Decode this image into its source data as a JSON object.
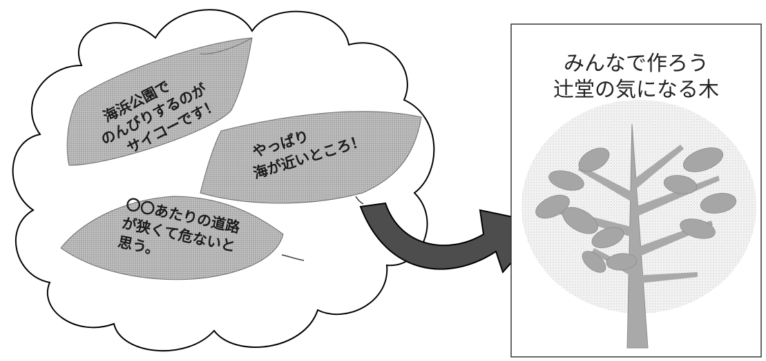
{
  "leaves": [
    {
      "lines": [
        "海浜公園で",
        "のんびりするのが",
        "サイコーです！"
      ]
    },
    {
      "lines": [
        "やっぱり",
        "海が近いところ！"
      ]
    },
    {
      "lines": [
        "〇〇あたりの道路",
        "が狭くて危ないと",
        "思う。"
      ]
    }
  ],
  "tree_panel": {
    "title_line1": "みんなで作ろう",
    "title_line2": "辻堂の気になる木"
  },
  "colors": {
    "leaf_fill": "#b3b3b3",
    "cloud_stroke": "#000000",
    "arrow_fill": "#4a4a4a",
    "tree_trunk": "#b0b0b0",
    "tree_leaf": "#aaaaaa",
    "canopy": "#e4e4e4"
  }
}
